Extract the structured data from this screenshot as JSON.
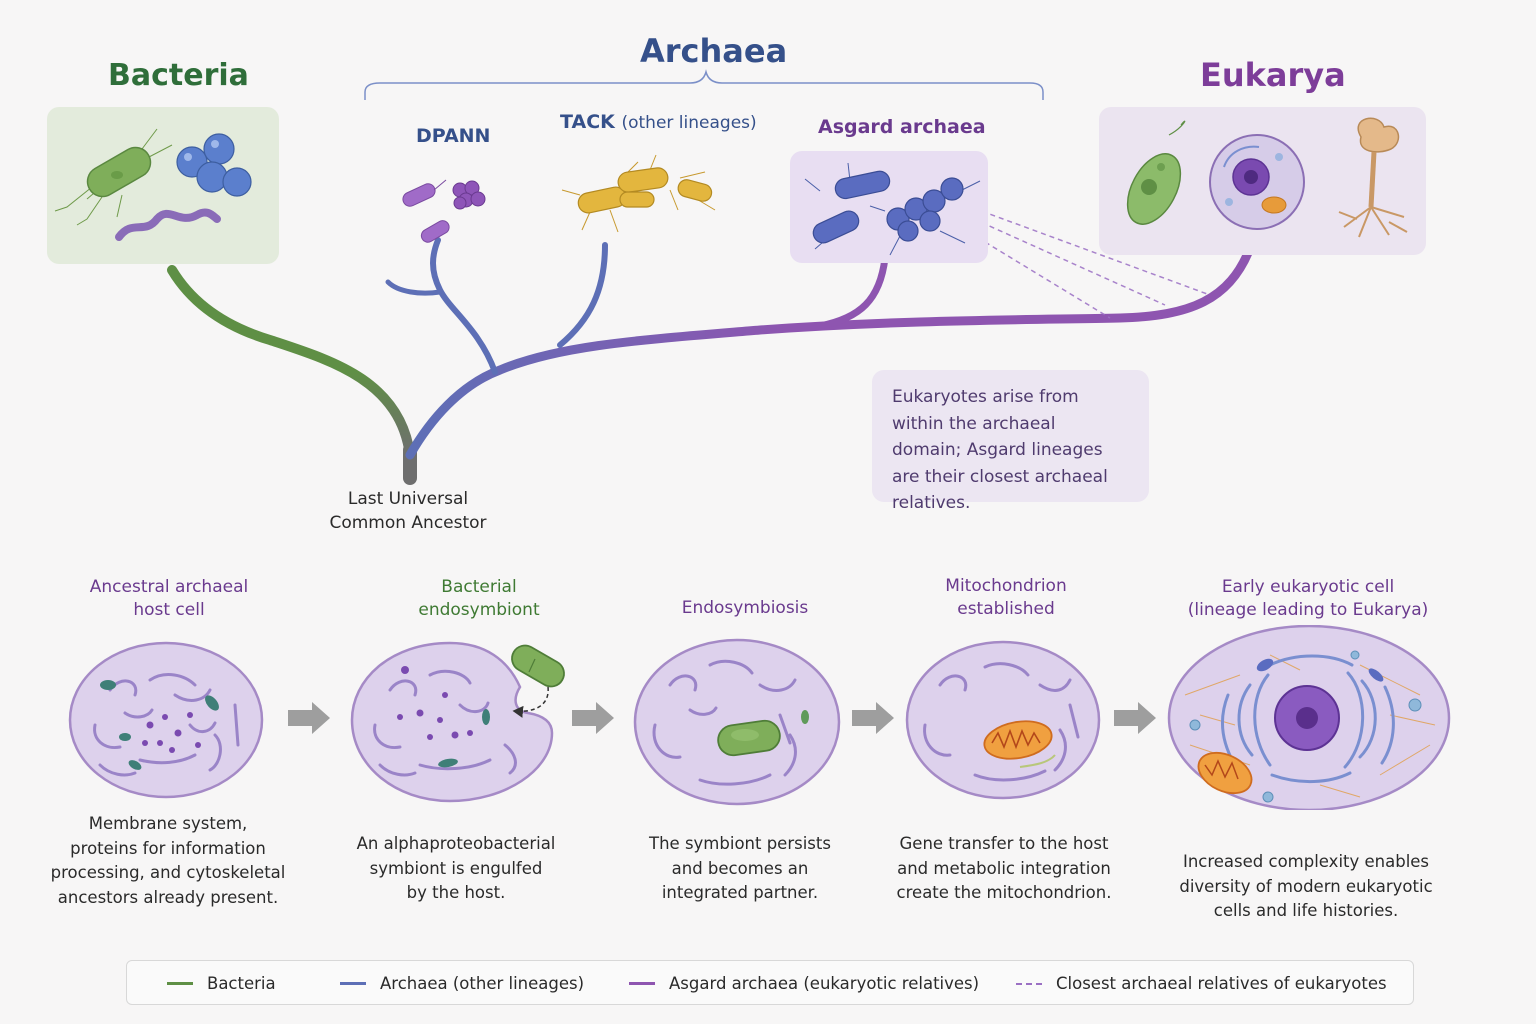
{
  "colors": {
    "bacteria": "#5e8f45",
    "archaea": "#5d6fb6",
    "asgard": "#8e55b0",
    "eukarya": "#7d3d99",
    "archaea_title": "#35508a",
    "dashed": "#9b70c4"
  },
  "tree": {
    "domains": {
      "bacteria": "Bacteria",
      "archaea": "Archaea",
      "eukarya": "Eukarya"
    },
    "lineages": {
      "dpann": "DPANN",
      "tack": "TACK",
      "tack_note": "(other lineages)",
      "asgard": "Asgard archaea"
    },
    "root_label_line1": "Last Universal",
    "root_label_line2": "Common Ancestor",
    "note": "Eukaryotes arise from within the archaeal domain; Asgard lineages are their closest archaeal relatives."
  },
  "steps": [
    {
      "title_line1": "Ancestral archaeal",
      "title_line2": "host cell",
      "title_color": "#6a3a8e",
      "desc": [
        "Membrane system,",
        "proteins for information",
        "processing, and cytoskeletal",
        "ancestors already present."
      ]
    },
    {
      "title_line1": "Bacterial",
      "title_line2": "endosymbiont",
      "title_color": "#3f7a33",
      "desc": [
        "An alphaproteobacterial",
        "symbiont is engulfed",
        "by the host."
      ]
    },
    {
      "title_line1": "Endosymbiosis",
      "title_line2": "",
      "title_color": "#6a3a8e",
      "desc": [
        "The symbiont persists",
        "and becomes an",
        "integrated partner."
      ]
    },
    {
      "title_line1": "Mitochondrion",
      "title_line2": "established",
      "title_color": "#6a3a8e",
      "desc": [
        "Gene transfer to the host",
        "and metabolic integration",
        "create the mitochondrion."
      ]
    },
    {
      "title_line1": "Early eukaryotic cell",
      "title_line2": "(lineage leading to Eukarya)",
      "title_color": "#6a3a8e",
      "desc": [
        "Increased complexity enables",
        "diversity of modern eukaryotic",
        "cells and life histories."
      ]
    }
  ],
  "legend": [
    {
      "label": "Bacteria",
      "color": "#5e8f45",
      "style": "solid"
    },
    {
      "label": "Archaea (other lineages)",
      "color": "#5d6fb6",
      "style": "solid"
    },
    {
      "label": "Asgard archaea (eukaryotic relatives)",
      "color": "#8e55b0",
      "style": "solid"
    },
    {
      "label": "Closest archaeal relatives of eukaryotes",
      "color": "#9b70c4",
      "style": "dashed"
    }
  ]
}
